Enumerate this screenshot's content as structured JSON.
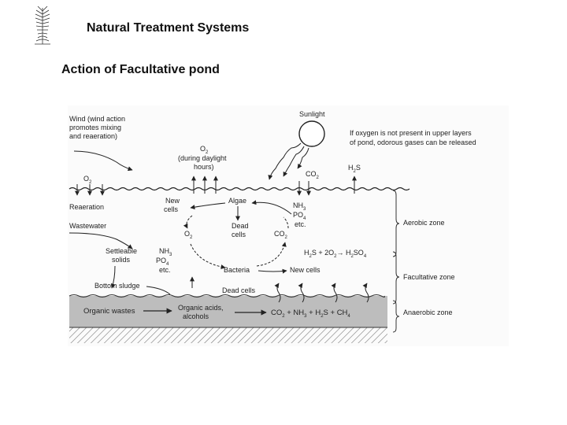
{
  "header": {
    "title": "Natural Treatment Systems",
    "subtitle": "Action of Facultative pond",
    "logo_icon": "plant-sketch-icon"
  },
  "diagram": {
    "labels": {
      "wind": "Wind (wind action",
      "wind2": "promotes mixing",
      "wind3": "and reaeration)",
      "sunlight": "Sunlight",
      "o2_day": "O",
      "o2_day_sub": "2",
      "o2_day2": "(during daylight",
      "o2_day3": "hours)",
      "note1": "If oxygen is not present in upper layers",
      "note2": "of pond, odorous gases can be released",
      "h2s_top": "H",
      "h2s_top_sub": "2",
      "h2s_top_end": "S",
      "o2_left": "O",
      "o2_left_sub": "2",
      "co2_top": "CO",
      "co2_top_sub": "2",
      "reaeration": "Reaeration",
      "new_cells_left": "New",
      "new_cells_left2": "cells",
      "algae": "Algae",
      "nh3_right": "NH",
      "nh3_right_sub": "3",
      "po4_right": "PO",
      "po4_right_sub": "4",
      "etc_right": "etc.",
      "aerobic": "Aerobic zone",
      "wastewater": "Wastewater",
      "dead_cells_mid": "Dead",
      "dead_cells_mid2": "cells",
      "o2_mid": "O",
      "o2_mid_sub": "2",
      "co2_mid": "CO",
      "co2_mid_sub": "2",
      "settleable": "Settleable",
      "settleable2": "solids",
      "nh3_left": "NH",
      "nh3_left_sub": "3",
      "po4_left": "PO",
      "po4_left_sub": "4",
      "etc_left": "etc.",
      "h2s_eq": "H",
      "h2s_eq_sub": "2",
      "h2s_eq_mid": "S + 2O",
      "h2s_eq_sub2": "2",
      "h2s_eq_arrow": "→ H",
      "h2s_eq_sub3": "2",
      "h2s_eq_end": "SO",
      "h2s_eq_sub4": "4",
      "bacteria": "Bacteria",
      "new_cells_right": "New cells",
      "facultative": "Facultative zone",
      "bottom_sludge": "Bottom sludge",
      "dead_cells_bottom": "Dead cells",
      "organic_wastes": "Organic wastes",
      "organic_acids": "Organic acids,",
      "organic_acids2": "alcohols",
      "products": "CO",
      "products_sub1": "2",
      "products_mid1": " + NH",
      "products_sub2": "3",
      "products_mid2": " + H",
      "products_sub3": "2",
      "products_mid3": "S + CH",
      "products_sub4": "4",
      "anaerobic": "Anaerobic zone"
    }
  }
}
